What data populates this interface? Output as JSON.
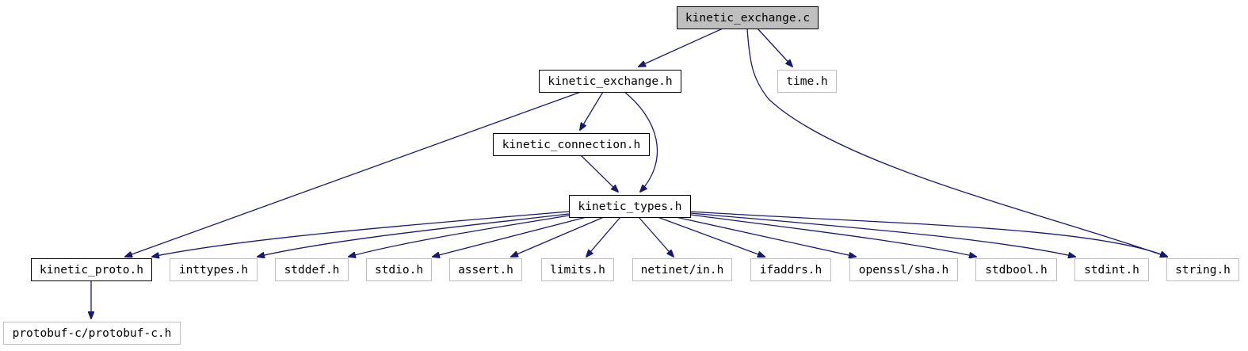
{
  "colors": {
    "edge": "#191970",
    "root_fill": "#bfbfbf",
    "documented_border": "#000000",
    "external_border": "#bfbfbf",
    "background": "#ffffff"
  },
  "nodes": [
    {
      "id": "kinetic_exchange_c",
      "label": "kinetic_exchange.c",
      "kind": "root"
    },
    {
      "id": "kinetic_exchange_h",
      "label": "kinetic_exchange.h",
      "kind": "documented"
    },
    {
      "id": "time_h",
      "label": "time.h",
      "kind": "external"
    },
    {
      "id": "kinetic_connection_h",
      "label": "kinetic_connection.h",
      "kind": "documented"
    },
    {
      "id": "kinetic_types_h",
      "label": "kinetic_types.h",
      "kind": "documented"
    },
    {
      "id": "kinetic_proto_h",
      "label": "kinetic_proto.h",
      "kind": "documented"
    },
    {
      "id": "inttypes_h",
      "label": "inttypes.h",
      "kind": "external"
    },
    {
      "id": "stddef_h",
      "label": "stddef.h",
      "kind": "external"
    },
    {
      "id": "stdio_h",
      "label": "stdio.h",
      "kind": "external"
    },
    {
      "id": "assert_h",
      "label": "assert.h",
      "kind": "external"
    },
    {
      "id": "limits_h",
      "label": "limits.h",
      "kind": "external"
    },
    {
      "id": "netinet_in_h",
      "label": "netinet/in.h",
      "kind": "external"
    },
    {
      "id": "ifaddrs_h",
      "label": "ifaddrs.h",
      "kind": "external"
    },
    {
      "id": "openssl_sha_h",
      "label": "openssl/sha.h",
      "kind": "external"
    },
    {
      "id": "stdbool_h",
      "label": "stdbool.h",
      "kind": "external"
    },
    {
      "id": "stdint_h",
      "label": "stdint.h",
      "kind": "external"
    },
    {
      "id": "string_h",
      "label": "string.h",
      "kind": "external"
    },
    {
      "id": "protobuf_c_h",
      "label": "protobuf-c/protobuf-c.h",
      "kind": "external"
    }
  ],
  "edges": [
    {
      "from": "kinetic_exchange_c",
      "to": "kinetic_exchange_h"
    },
    {
      "from": "kinetic_exchange_c",
      "to": "time_h"
    },
    {
      "from": "kinetic_exchange_c",
      "to": "string_h"
    },
    {
      "from": "kinetic_exchange_h",
      "to": "kinetic_proto_h"
    },
    {
      "from": "kinetic_exchange_h",
      "to": "kinetic_connection_h"
    },
    {
      "from": "kinetic_exchange_h",
      "to": "kinetic_types_h"
    },
    {
      "from": "kinetic_connection_h",
      "to": "kinetic_types_h"
    },
    {
      "from": "kinetic_types_h",
      "to": "kinetic_proto_h"
    },
    {
      "from": "kinetic_types_h",
      "to": "inttypes_h"
    },
    {
      "from": "kinetic_types_h",
      "to": "stddef_h"
    },
    {
      "from": "kinetic_types_h",
      "to": "stdio_h"
    },
    {
      "from": "kinetic_types_h",
      "to": "assert_h"
    },
    {
      "from": "kinetic_types_h",
      "to": "limits_h"
    },
    {
      "from": "kinetic_types_h",
      "to": "netinet_in_h"
    },
    {
      "from": "kinetic_types_h",
      "to": "ifaddrs_h"
    },
    {
      "from": "kinetic_types_h",
      "to": "openssl_sha_h"
    },
    {
      "from": "kinetic_types_h",
      "to": "stdbool_h"
    },
    {
      "from": "kinetic_types_h",
      "to": "stdint_h"
    },
    {
      "from": "kinetic_types_h",
      "to": "string_h"
    },
    {
      "from": "kinetic_proto_h",
      "to": "protobuf_c_h"
    }
  ]
}
